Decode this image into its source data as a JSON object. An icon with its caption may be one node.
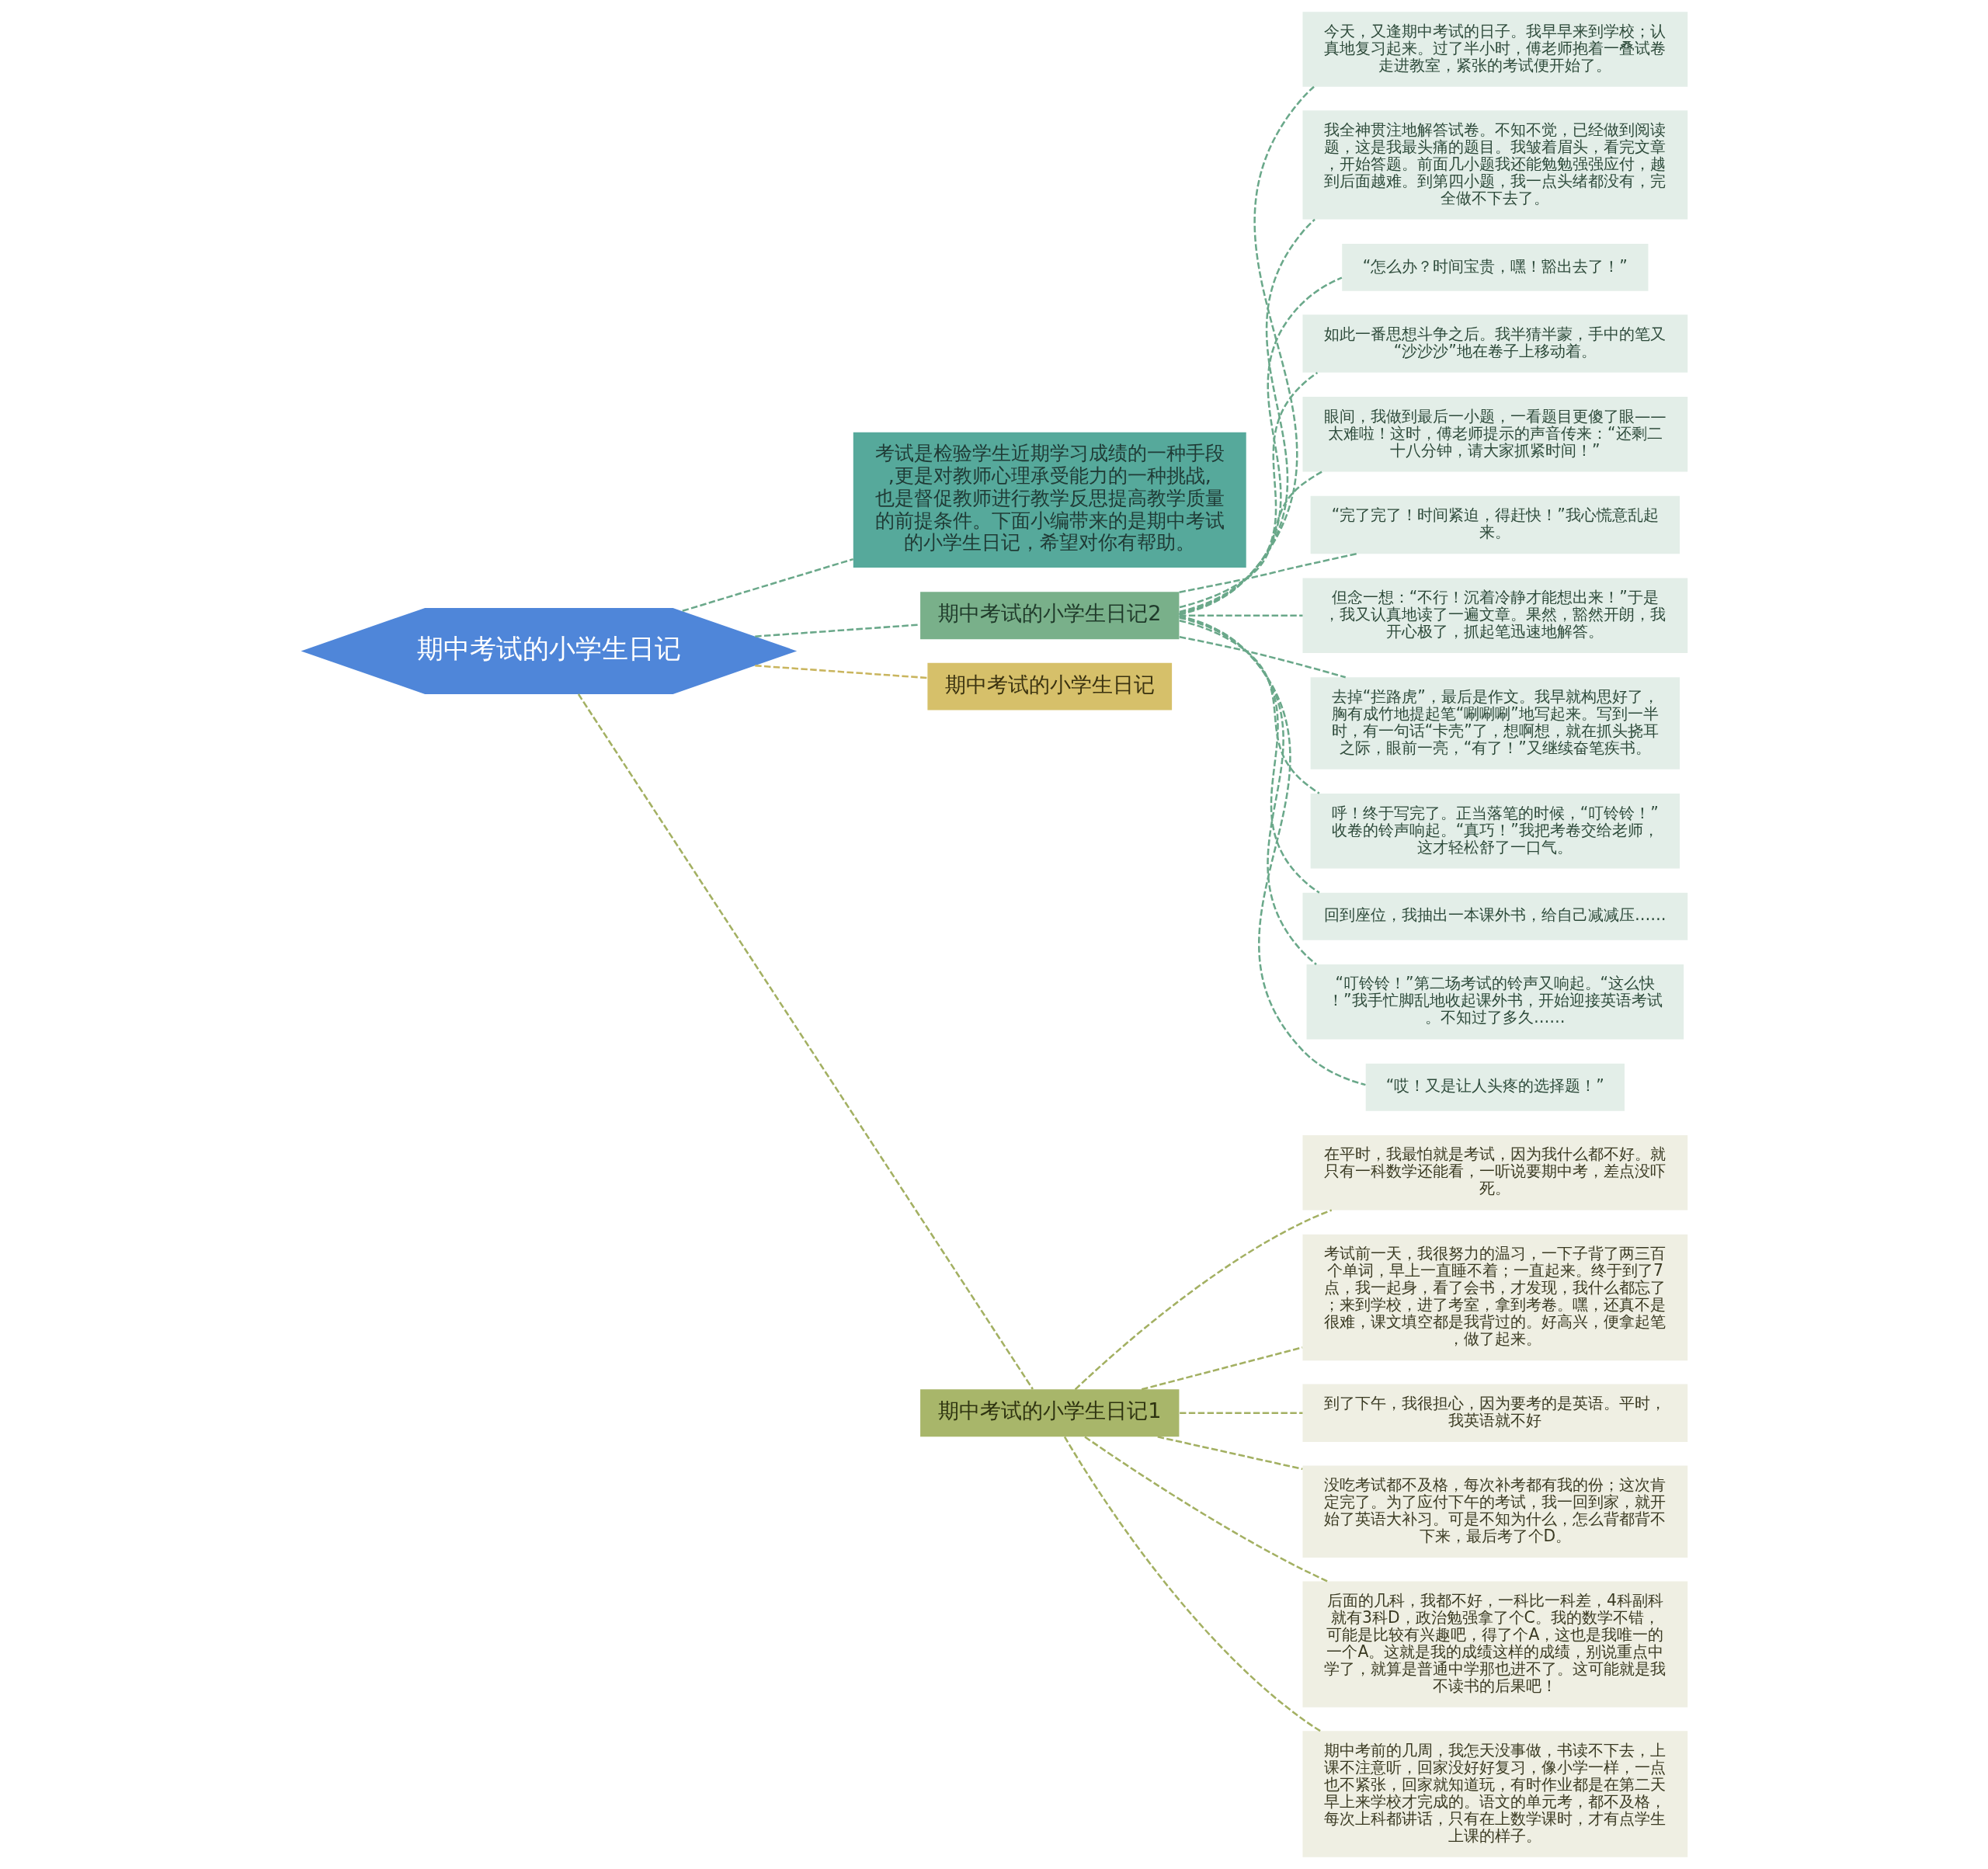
{
  "diagram": {
    "nodes": [
      {
        "text": [
          "期中考试的小学生日记"
        ]
      },
      {
        "text": [
          "考试是检验学生近期学习成绩的一种手段,更是对教师心理承受能力的一种挑战,也是督促教师进行教学反思提高教学质量的前提条件。下面小编带来的是期中考试的小学生日记，希望对你有帮助。"
        ]
      },
      {
        "text": [
          "期中考试的小学生日记2"
        ]
      },
      {
        "text": [
          "今天，又逢期中考试的日子。我早早来到学校；认真地复习起来。过了半小时，傅老师抱着一叠试卷走进教室，紧张的考试便开始了。"
        ]
      },
      {
        "text": [
          "我全神贯注地解答试卷。不知不觉，已经做到阅读题，这是我最头痛的题目。我皱着眉头，看完文章，开始答题。前面几小题我还能勉勉强强应付，越到后面越难。到第四小题，我一点头绪都没有，完全做不下去了。"
        ]
      },
      {
        "text": [
          "“怎么办？时间宝贵，嘿！豁出去了！”"
        ]
      },
      {
        "text": [
          "如此一番思想斗争之后。我半猜半蒙，手中的笔又“沙沙沙”地在卷子上移动着。"
        ]
      },
      {
        "text": [
          "眼间，我做到最后一小题，一看题目更傻了眼——太难啦！这时，傅老师提示的声音传来：“还剩二十八分钟，请大家抓紧时间！”"
        ]
      },
      {
        "text": [
          "“完了完了！时间紧迫，得赶快！”我心慌意乱起来。"
        ]
      },
      {
        "text": [
          "但念一想：“不行！沉着冷静才能想出来！”于是，我又认真地读了一遍文章。果然，豁然开朗，我开心极了，抓起笔迅速地解答。"
        ]
      },
      {
        "text": [
          "去掉“拦路虎”，最后是作文。我早就构思好了，胸有成竹地提起笔“唰唰唰”地写起来。写到一半时，有一句话“卡壳”了，想啊想，就在抓头挠耳之际，眼前一亮，“有了！”又继续奋笔疾书。"
        ]
      },
      {
        "text": [
          "呼！终于写完了。正当落笔的时候，“叮铃铃！”收卷的铃声响起。“真巧！”我把考卷交给老师，这才轻松舒了一口气。"
        ]
      },
      {
        "text": [
          "回到座位，我抽出一本课外书，给自己减减压……"
        ]
      },
      {
        "text": [
          "“叮铃铃！”第二场考试的铃声又响起。“这么快！”我手忙脚乱地收起课外书，开始迎接英语考试。不知过了多久……"
        ]
      },
      {
        "text": [
          "“哎！又是让人头疼的选择题！”"
        ]
      },
      {
        "text": [
          "期中考试的小学生日记"
        ]
      },
      {
        "text": [
          "期中考试的小学生日记1"
        ]
      },
      {
        "text": [
          "在平时，我最怕就是考试，因为我什么都不好。就只有一科数学还能看，一听说要期中考，差点没吓死。"
        ]
      },
      {
        "text": [
          "考试前一天，我很努力的温习，一下子背了两三百个单词，早上一直睡不着；一直起来。终于到了7点，我一起身，看了会书，才发现，我什么都忘了；来到学校，进了考室，拿到考卷。嘿，还真不是很难，课文填空都是我背过的。好高兴，便拿起笔，做了起来。"
        ]
      },
      {
        "text": [
          "到了下午，我很担心，因为要考的是英语。平时，我英语就不好"
        ]
      },
      {
        "text": [
          "没吃考试都不及格，每次补考都有我的份；这次肯定完了。为了应付下午的考试，我一回到家，就开始了英语大补习。可是不知为什么，怎么背都背不下来，最后考了个D。"
        ]
      },
      {
        "text": [
          "后面的几科，我都不好，一科比一科差，4科副科就有3科D，政治勉强拿了个C。我的数学不错，可能是比较有兴趣吧，得了个A，这也是我唯一的一个A。这就是我的成绩这样的成绩，别说重点中学了，就算是普通中学那也进不了。这可能就是我不读书的后果吧！"
        ]
      },
      {
        "text": [
          "期中考前的几周，我怎天没事做，书读不下去，上课不注意听，回家没好好复习，像小学一样，一点也不紧张，回家就知道玩，有时作业都是在第二天早上来学校才完成的。语文的单元考，都不及格，每次上科都讲话，只有在上数学课时，才有点学生上课的样子。"
        ]
      }
    ],
    "edges": [
      {
        "from": 0,
        "to": 1,
        "arrow": "none",
        "style": "dashed"
      },
      {
        "from": 0,
        "to": 2,
        "arrow": "none",
        "style": "dashed"
      },
      {
        "from": 2,
        "to": 3,
        "arrow": "none",
        "style": "dashed"
      },
      {
        "from": 2,
        "to": 4,
        "arrow": "none",
        "style": "dashed"
      },
      {
        "from": 2,
        "to": 5,
        "arrow": "none",
        "style": "dashed"
      },
      {
        "from": 2,
        "to": 6,
        "arrow": "none",
        "style": "dashed"
      },
      {
        "from": 2,
        "to": 7,
        "arrow": "none",
        "style": "dashed"
      },
      {
        "from": 2,
        "to": 8,
        "arrow": "none",
        "style": "dashed"
      },
      {
        "from": 2,
        "to": 9,
        "arrow": "none",
        "style": "dashed"
      },
      {
        "from": 2,
        "to": 10,
        "arrow": "none",
        "style": "dashed"
      },
      {
        "from": 2,
        "to": 11,
        "arrow": "none",
        "style": "dashed"
      },
      {
        "from": 2,
        "to": 12,
        "arrow": "none",
        "style": "dashed"
      },
      {
        "from": 2,
        "to": 13,
        "arrow": "none",
        "style": "dashed"
      },
      {
        "from": 2,
        "to": 14,
        "arrow": "none",
        "style": "dashed"
      },
      {
        "from": 0,
        "to": 15,
        "arrow": "none",
        "style": "dashed",
        "color": "#c9b55e"
      },
      {
        "from": 0,
        "to": 16,
        "arrow": "none",
        "style": "dashed",
        "color": "#a3b062"
      },
      {
        "from": 16,
        "to": 17,
        "arrow": "none",
        "style": "dashed",
        "color": "#a3b062"
      },
      {
        "from": 16,
        "to": 18,
        "arrow": "none",
        "style": "dashed",
        "color": "#a3b062"
      },
      {
        "from": 16,
        "to": 19,
        "arrow": "none",
        "style": "dashed",
        "color": "#a3b062"
      },
      {
        "from": 16,
        "to": 20,
        "arrow": "none",
        "style": "dashed",
        "color": "#a3b062"
      },
      {
        "from": 16,
        "to": 21,
        "arrow": "none",
        "style": "dashed",
        "color": "#a3b062"
      },
      {
        "from": 16,
        "to": 22,
        "arrow": "none",
        "style": "dashed",
        "color": "#a3b062"
      }
    ]
  }
}
